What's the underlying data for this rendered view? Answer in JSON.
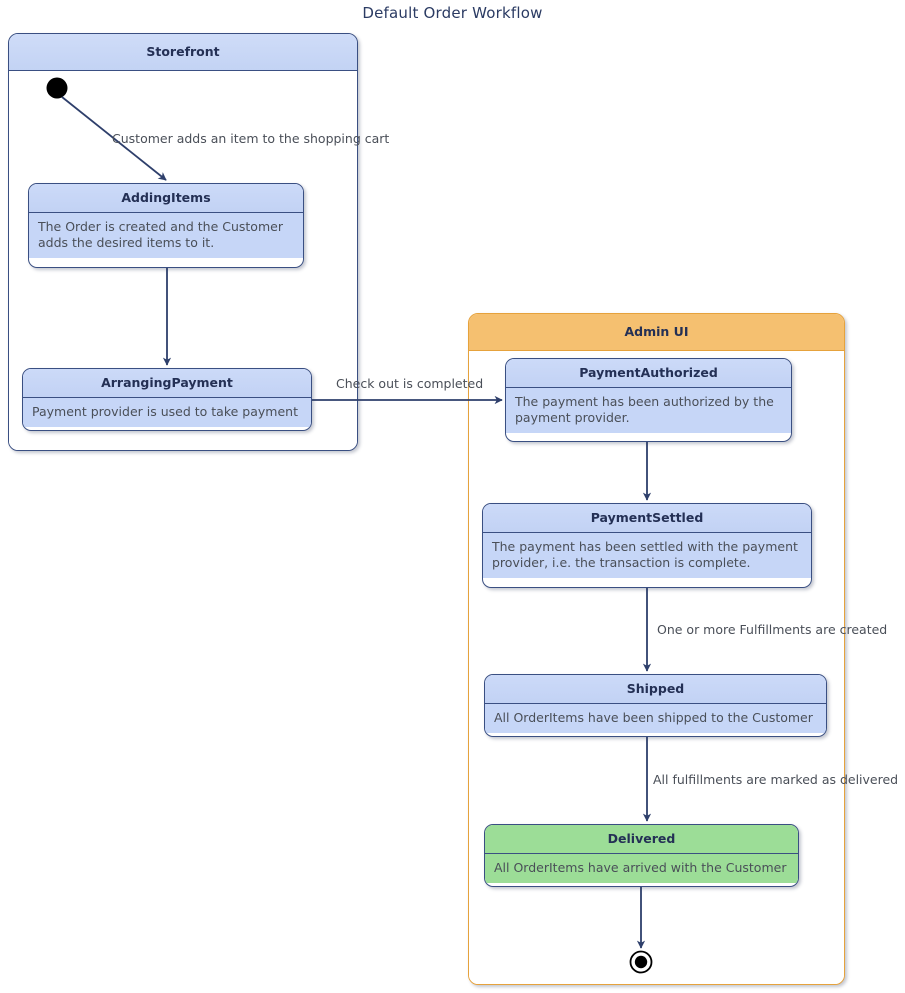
{
  "diagram": {
    "title": "Default Order Workflow",
    "type": "uml-state-machine",
    "colors": {
      "state_fill_blue": "#c6d6f7",
      "state_header_blue": "#ccdaf8",
      "state_fill_green": "#9cdd97",
      "composite_header_orange": "#f5c070",
      "border_navy": "#3a4f82",
      "border_orange": "#e6a23c",
      "text_title": "#2b3b63",
      "text_body": "#4a4f58",
      "arrow": "#2e3f6b"
    }
  },
  "regions": [
    {
      "id": "storefront",
      "label": "Storefront",
      "accent": "#c3d3f4"
    },
    {
      "id": "admin_ui",
      "label": "Admin UI",
      "accent": "#f5c070"
    }
  ],
  "states": {
    "initial": {
      "kind": "initial-state",
      "label": ""
    },
    "adding_items": {
      "name": "AddingItems",
      "description": "The Order is created and the Customer adds the desired items to it."
    },
    "arranging_payment": {
      "name": "ArrangingPayment",
      "description": "Payment provider is used to take payment"
    },
    "payment_authorized": {
      "name": "PaymentAuthorized",
      "description": "The payment has been authorized by the payment provider."
    },
    "payment_settled": {
      "name": "PaymentSettled",
      "description": "The payment has been settled with the payment provider, i.e. the transaction is complete."
    },
    "shipped": {
      "name": "Shipped",
      "description": "All OrderItems have been shipped to the Customer"
    },
    "delivered": {
      "name": "Delivered",
      "description": "All OrderItems have arrived with the Customer"
    },
    "final": {
      "kind": "final-state",
      "label": ""
    }
  },
  "transitions": [
    {
      "id": "t1",
      "from": "initial",
      "to": "adding_items",
      "label": "Customer adds an item to the shopping cart"
    },
    {
      "id": "t2",
      "from": "adding_items",
      "to": "arranging_payment",
      "label": ""
    },
    {
      "id": "t3",
      "from": "arranging_payment",
      "to": "payment_authorized",
      "label": "Check out is completed"
    },
    {
      "id": "t4",
      "from": "payment_authorized",
      "to": "payment_settled",
      "label": ""
    },
    {
      "id": "t5",
      "from": "payment_settled",
      "to": "shipped",
      "label": "One or more Fulfillments are created"
    },
    {
      "id": "t6",
      "from": "shipped",
      "to": "delivered",
      "label": "All fulfillments are marked as delivered"
    },
    {
      "id": "t7",
      "from": "delivered",
      "to": "final",
      "label": ""
    }
  ]
}
